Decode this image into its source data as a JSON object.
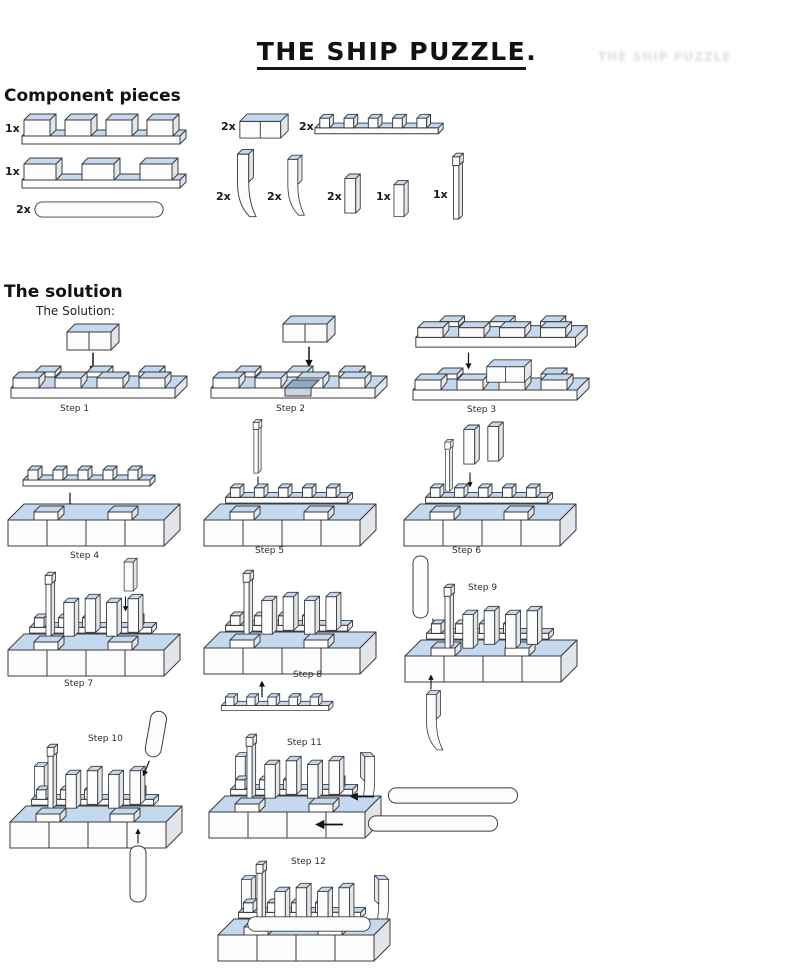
{
  "title": {
    "text": "THE SHIP PUZZLE",
    "suffix": "."
  },
  "components": {
    "heading": "Component pieces",
    "items": [
      {
        "qty": "1x",
        "piece": "hull-beam-four-notch"
      },
      {
        "qty": "2x",
        "piece": "corner-block"
      },
      {
        "qty": "2x",
        "piece": "notched-rack"
      },
      {
        "qty": "1x",
        "piece": "hull-beam-three-notch"
      },
      {
        "qty": "2x",
        "piece": "rounded-rod"
      },
      {
        "qty": "2x",
        "piece": "curved-bow-wide"
      },
      {
        "qty": "2x",
        "piece": "curved-bow-narrow"
      },
      {
        "qty": "2x",
        "piece": "short-pillar"
      },
      {
        "qty": "1x",
        "piece": "medium-pillar"
      },
      {
        "qty": "1x",
        "piece": "mast"
      }
    ]
  },
  "solution": {
    "heading": "The solution",
    "subheading": "The Solution:",
    "steps": [
      {
        "label": "Step 1"
      },
      {
        "label": "Step 2"
      },
      {
        "label": "Step 3"
      },
      {
        "label": "Step 4"
      },
      {
        "label": "Step 5"
      },
      {
        "label": "Step 6"
      },
      {
        "label": "Step 7"
      },
      {
        "label": "Step 8"
      },
      {
        "label": "Step 9"
      },
      {
        "label": "Step 10"
      },
      {
        "label": "Step 11"
      },
      {
        "label": "Step 12"
      }
    ]
  },
  "colors": {
    "piece_top": "#c4d8ef",
    "piece_face": "#fcfcfc",
    "piece_side": "#e2e6ea",
    "outline": "#3b3b3b",
    "arrow": "#111111",
    "text": "#111111"
  }
}
